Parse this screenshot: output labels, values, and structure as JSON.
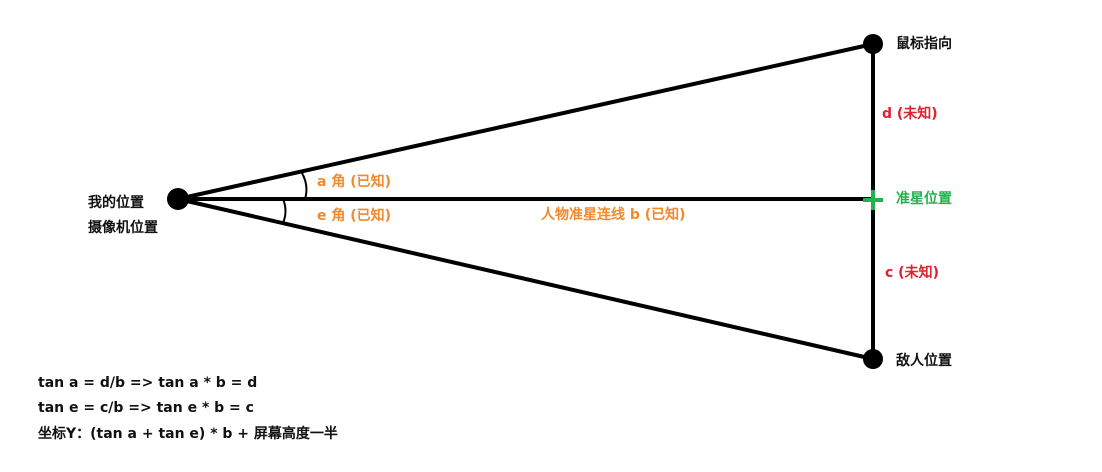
{
  "labels": {
    "my_position": "我的位置",
    "camera_position": "摄像机位置",
    "mouse_pointing": "鼠标指向",
    "crosshair_position": "准星位置",
    "enemy_position": "敌人位置",
    "angle_a": "a 角 (已知)",
    "angle_e": "e 角 (已知)",
    "line_b": "人物准星连线 b (已知)",
    "side_d": "d (未知)",
    "side_c": "c (未知)"
  },
  "formulas": [
    "tan a = d/b => tan a * b = d",
    "tan e = c/b => tan e * b = c",
    "坐标Y：(tan a + tan e) * b + 屏幕高度一半"
  ],
  "colors": {
    "line": "#000000",
    "orange": "#f08a2c",
    "red": "#e0202e",
    "green": "#22b14c"
  }
}
